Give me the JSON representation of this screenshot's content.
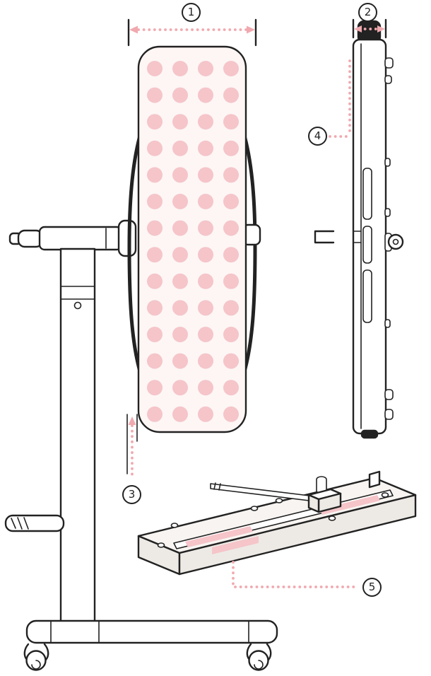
{
  "diagram": {
    "type": "technical-illustration",
    "callouts": [
      {
        "label": "1"
      },
      {
        "label": "2"
      },
      {
        "label": "3"
      },
      {
        "label": "4"
      },
      {
        "label": "5"
      }
    ],
    "colors": {
      "line": "#222222",
      "accent_pink": "#f0a9af",
      "dot_pink": "#f5c5c9",
      "panel_fill": "#fdf6f5",
      "surface_fill": "#f7f4f1",
      "background": "#ffffff"
    },
    "panel_dots": {
      "columns": 4,
      "rows": 14
    }
  }
}
